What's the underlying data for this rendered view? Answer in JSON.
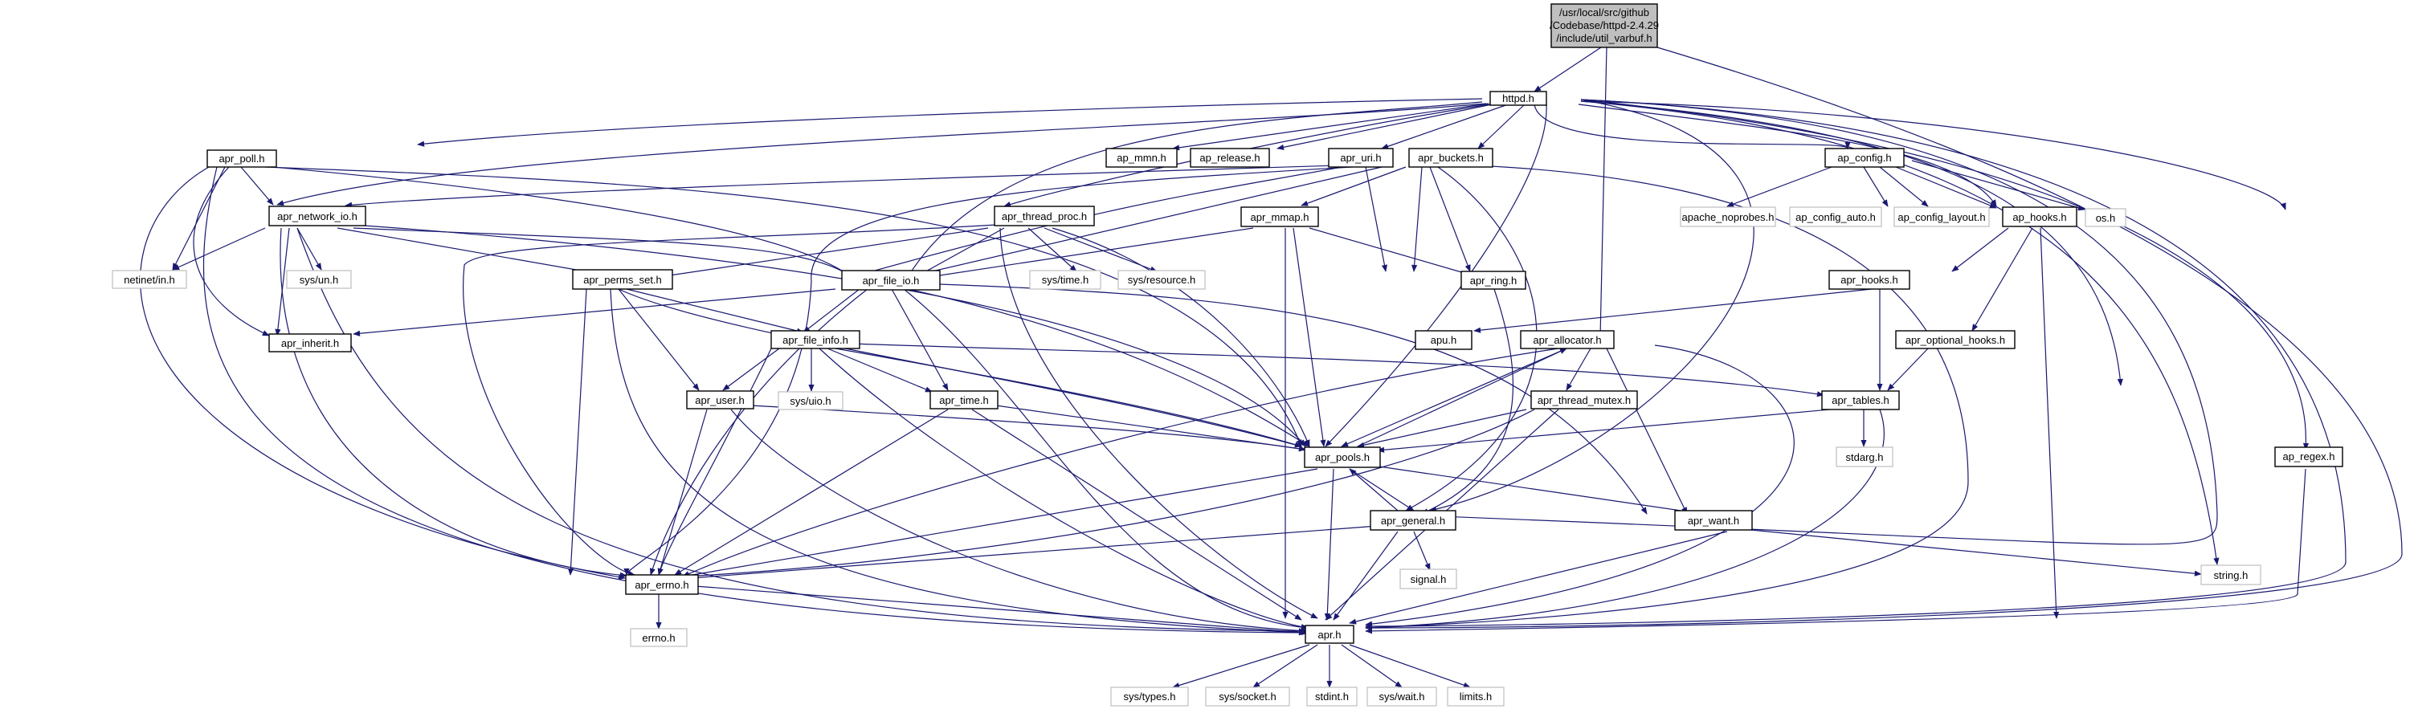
{
  "diagram": {
    "root": {
      "lines": [
        "/usr/local/src/github",
        "/Codebase/httpd-2.4.29",
        "/include/util_varbuf.h"
      ]
    },
    "nodes": {
      "httpd": "httpd.h",
      "apr_poll": "apr_poll.h",
      "ap_mmn": "ap_mmn.h",
      "ap_release": "ap_release.h",
      "apr_uri": "apr_uri.h",
      "apr_buckets": "apr_buckets.h",
      "ap_config": "ap_config.h",
      "apr_network_io": "apr_network_io.h",
      "apr_thread_proc": "apr_thread_proc.h",
      "apr_mmap": "apr_mmap.h",
      "apache_noprobes": "apache_noprobes.h",
      "ap_config_auto": "ap_config_auto.h",
      "ap_config_layout": "ap_config_layout.h",
      "ap_hooks": "ap_hooks.h",
      "os": "os.h",
      "netinet_in": "netinet/in.h",
      "sys_un": "sys/un.h",
      "apr_perms_set": "apr_perms_set.h",
      "apr_file_io": "apr_file_io.h",
      "sys_time": "sys/time.h",
      "sys_resource": "sys/resource.h",
      "apr_ring": "apr_ring.h",
      "apr_inherit": "apr_inherit.h",
      "apr_file_info": "apr_file_info.h",
      "apu": "apu.h",
      "apr_allocator": "apr_allocator.h",
      "apr_hooks": "apr_hooks.h",
      "apr_optional_hooks": "apr_optional_hooks.h",
      "apr_user": "apr_user.h",
      "sys_uio": "sys/uio.h",
      "apr_time": "apr_time.h",
      "apr_thread_mutex": "apr_thread_mutex.h",
      "apr_tables": "apr_tables.h",
      "stdarg": "stdarg.h",
      "apr_pools": "apr_pools.h",
      "apr_regex": "ap_regex.h",
      "apr_general": "apr_general.h",
      "apr_want": "apr_want.h",
      "signal": "signal.h",
      "apr_errno": "apr_errno.h",
      "string": "string.h",
      "errno": "errno.h",
      "apr": "apr.h",
      "sys_types": "sys/types.h",
      "sys_socket": "sys/socket.h",
      "stdint": "stdint.h",
      "sys_wait": "sys/wait.h",
      "limits": "limits.h"
    }
  },
  "colors": {
    "edge": "#191970",
    "root_fill": "#bfbfbf",
    "node_border": "#000000",
    "system_border": "#bfbfbf"
  }
}
